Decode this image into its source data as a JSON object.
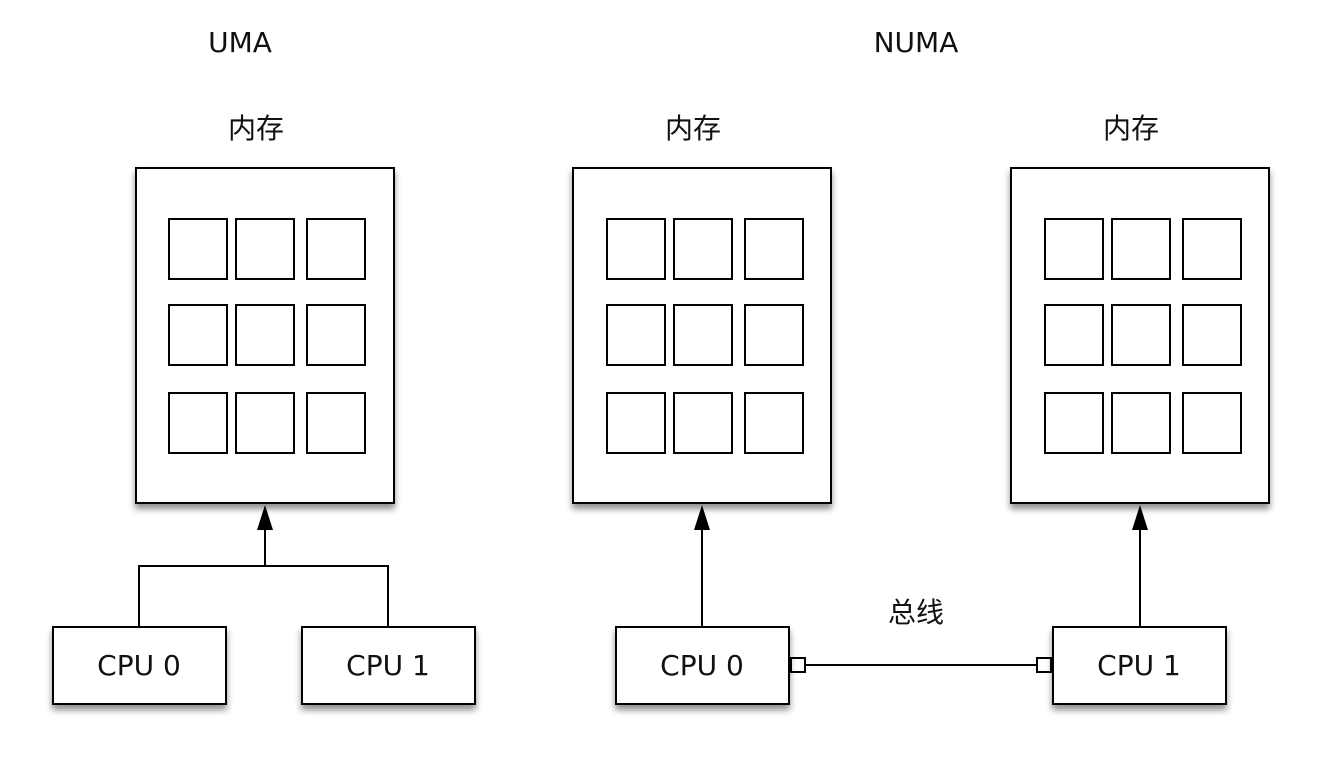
{
  "uma": {
    "title": "UMA",
    "memory_label": "内存",
    "cpus": [
      "CPU 0",
      "CPU 1"
    ]
  },
  "numa": {
    "title": "NUMA",
    "memory_left_label": "内存",
    "memory_right_label": "内存",
    "cpus": [
      "CPU 0",
      "CPU 1"
    ],
    "bus_label": "总线"
  }
}
